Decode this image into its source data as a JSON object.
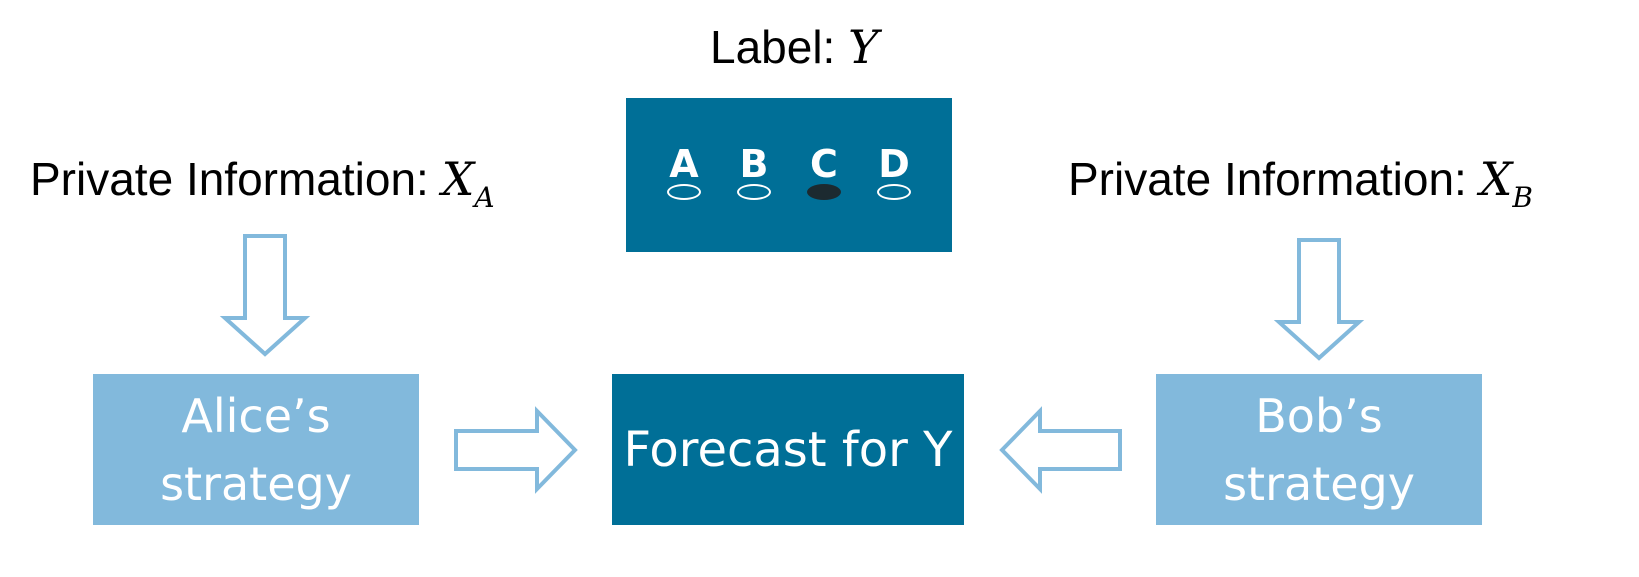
{
  "label": {
    "text": "Label: ",
    "symbol": "Y"
  },
  "private_a": {
    "text": "Private Information: ",
    "symbol": "X",
    "subscript": "A"
  },
  "private_b": {
    "text": "Private Information: ",
    "symbol": "X",
    "subscript": "B"
  },
  "answer_card": {
    "choices": [
      {
        "letter": "A",
        "filled": false
      },
      {
        "letter": "B",
        "filled": false
      },
      {
        "letter": "C",
        "filled": true
      },
      {
        "letter": "D",
        "filled": false
      }
    ]
  },
  "alice_box": {
    "line1": "Alice’s",
    "line2": "strategy"
  },
  "bob_box": {
    "line1": "Bob’s",
    "line2": "strategy"
  },
  "forecast_box": {
    "text": "Forecast for Y"
  },
  "colors": {
    "dark_box": "#006f97",
    "light_box": "#82b9dc",
    "arrow_stroke": "#82b9dc"
  }
}
